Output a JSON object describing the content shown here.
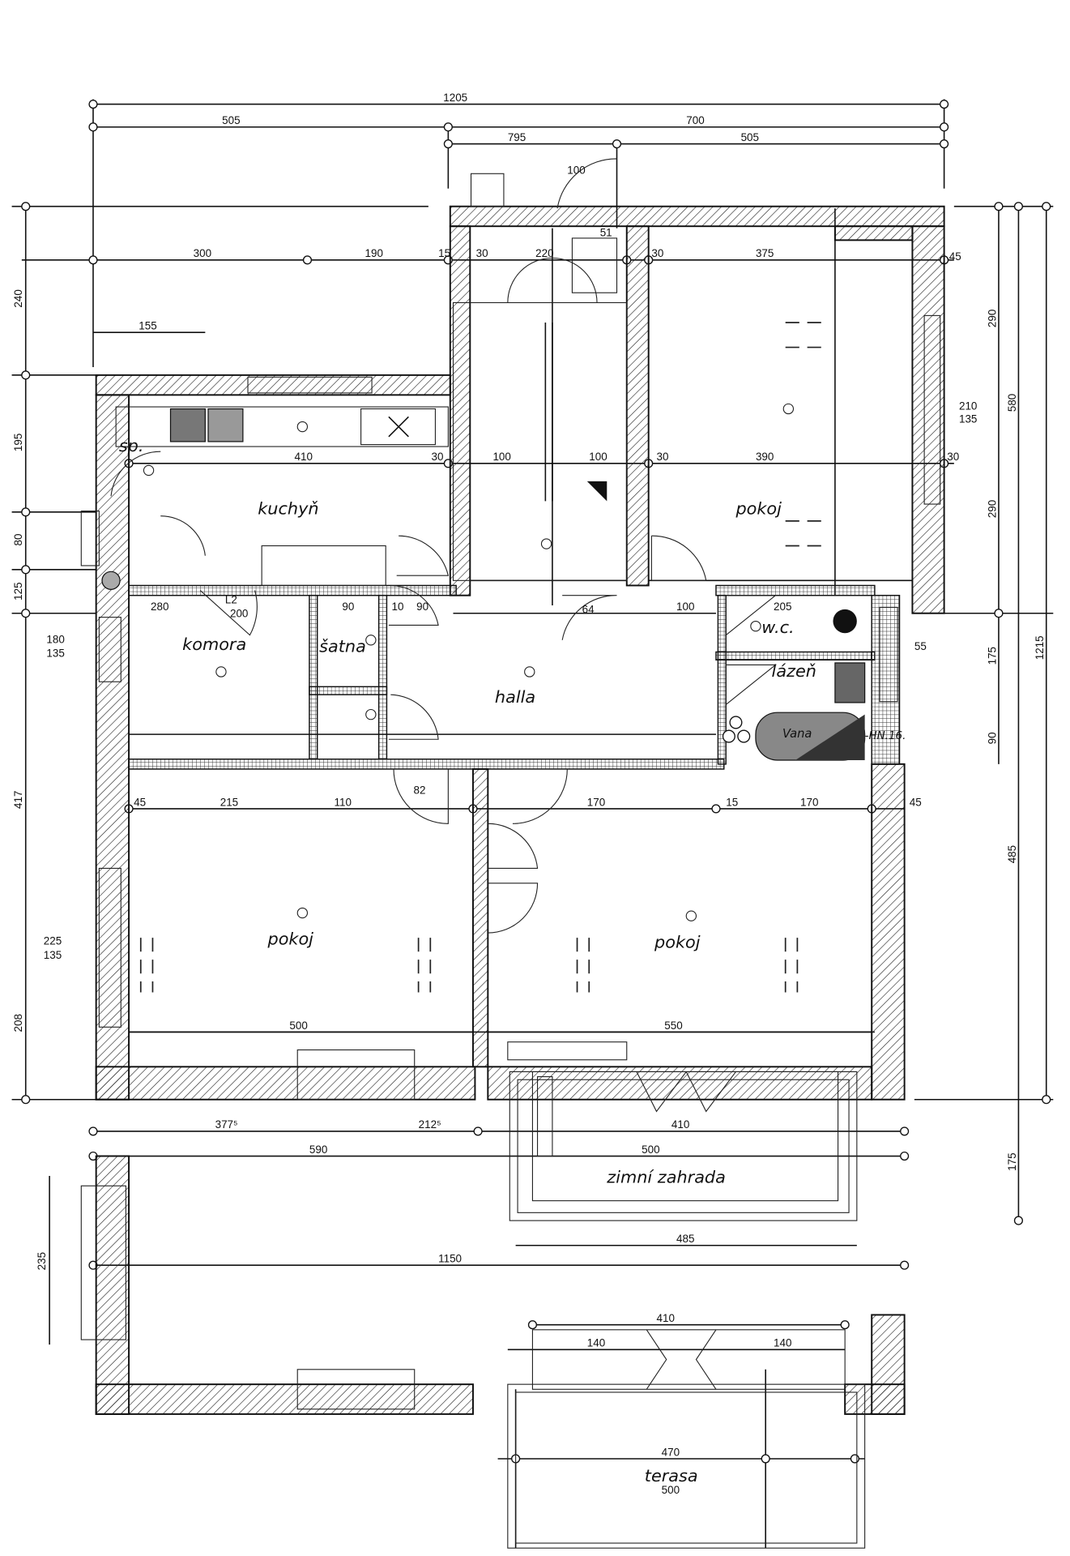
{
  "rooms": {
    "kitchen": "kuchyň",
    "pantry_small": "sp.",
    "room_right": "pokoj",
    "storage": "komora",
    "wardrobe": "šatna",
    "hall": "halla",
    "wc": "w.c.",
    "bathroom": "lázeň",
    "room_left": "pokoj",
    "room_center": "pokoj",
    "winter_garden": "zimní zahrada",
    "terrace": "terasa",
    "bathtub": "Vana"
  },
  "dims": {
    "top_total": "1205",
    "top_left": "505",
    "top_right": "700",
    "top_a": "795",
    "top_b": "505",
    "door_top": "100",
    "d51": "51",
    "d300": "300",
    "d190": "190",
    "d15": "15",
    "d30a": "30",
    "d220": "220",
    "d30b": "30",
    "d375": "375",
    "d45a": "45",
    "d155": "155",
    "d410": "410",
    "d30c": "30",
    "d100a": "100",
    "d100b": "100",
    "d30d": "30",
    "d390": "390",
    "d30e": "30",
    "d280": "280",
    "d90a": "90",
    "d10": "10",
    "d90b": "90",
    "d100c": "100",
    "d205": "205",
    "d55a": "55",
    "d215": "215",
    "d110": "110",
    "d170a": "170",
    "d15b": "15",
    "d170b": "170",
    "d45b": "45",
    "d45c": "45",
    "d500": "500",
    "d550": "550",
    "d3775": "377⁵",
    "d2125": "212⁵",
    "d410b": "410",
    "d590": "590",
    "d500b": "500",
    "d485": "485",
    "d1150": "1150",
    "d470": "470",
    "d500c": "500",
    "d140a": "140",
    "d140b": "140",
    "d410c": "410",
    "l240": "240",
    "l195": "195",
    "l80": "80",
    "l125": "125",
    "l417": "417",
    "l208": "208",
    "l235": "235",
    "r290a": "290",
    "r580": "580",
    "r290b": "290",
    "r175a": "175",
    "r90": "90",
    "r1215": "1215",
    "r485": "485",
    "r175b": "175",
    "w225": "225",
    "w135": "135",
    "w180": "180",
    "w135b": "135",
    "w210": "210",
    "w135c": "135",
    "door_l2": "L2",
    "door_200": "200",
    "door_82": "82",
    "door_64": "64"
  },
  "notes": {
    "heater": "-HN.16."
  }
}
